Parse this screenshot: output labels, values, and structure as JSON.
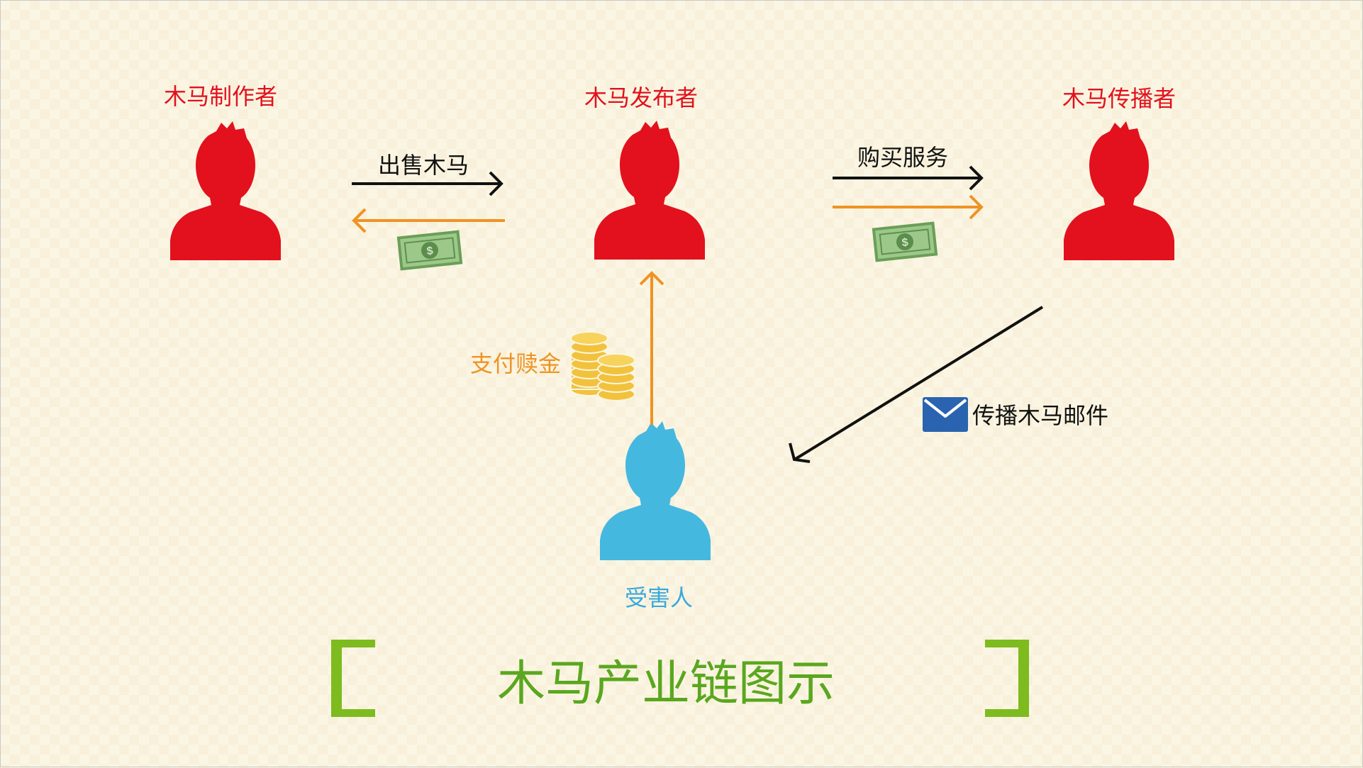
{
  "nodes": {
    "maker": "木马制作者",
    "publisher": "木马发布者",
    "spreader": "木马传播者",
    "victim": "受害人"
  },
  "edges": {
    "sell_trojan": "出售木马",
    "buy_service": "购买服务",
    "pay_ransom": "支付赎金",
    "spread_mail": "传播木马邮件"
  },
  "title": "木马产业链图示",
  "colors": {
    "actor": "#e2111d",
    "victim": "#45b8e0",
    "money_arrow": "#ef9323",
    "title": "#5aa71f",
    "bracket": "#7dbb1f"
  },
  "icons": [
    "person-icon",
    "dollar-bill-icon",
    "coin-stack-icon",
    "envelope-icon"
  ]
}
